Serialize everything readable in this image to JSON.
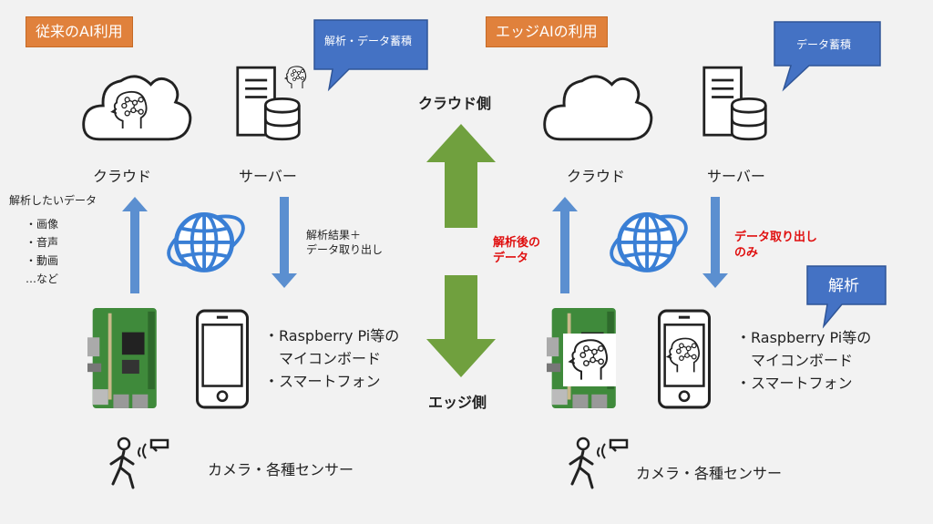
{
  "colors": {
    "tag": "#e0813c",
    "blue_arrow": "#5b8fd0",
    "green_arrow": "#70a03e",
    "bubble": "#4472c4",
    "globe": "#3a7fd5",
    "red_text": "#e01010"
  },
  "left": {
    "tag": "従来のAI利用",
    "bubble": "解析・データ蓄積",
    "cloud": "クラウド",
    "server": "サーバー",
    "data_title": "解析したいデータ",
    "data_items": [
      "・画像",
      "・音声",
      "・動画",
      "…など"
    ],
    "result_lines": [
      "解析結果＋",
      "データ取り出し"
    ],
    "device_lines": [
      "・Raspberry Pi等の",
      "　マイコンボード",
      "・スマートフォン"
    ],
    "sensor": "カメラ・各種センサー"
  },
  "center": {
    "top": "クラウド側",
    "bottom": "エッジ側"
  },
  "right": {
    "tag": "エッジAIの利用",
    "bubble": "データ蓄積",
    "bubble2": "解析",
    "cloud": "クラウド",
    "server": "サーバー",
    "up_lines": [
      "解析後の",
      "データ"
    ],
    "down_lines": [
      "データ取り出し",
      "のみ"
    ],
    "device_lines": [
      "・Raspberry Pi等の",
      "　マイコンボード",
      "・スマートフォン"
    ],
    "sensor": "カメラ・各種センサー"
  },
  "icons": [
    "cloud-icon",
    "brain-icon",
    "server-icon",
    "database-icon",
    "globe-icon",
    "raspberry-pi-icon",
    "smartphone-icon",
    "person-walking-icon",
    "sensor-icon"
  ]
}
